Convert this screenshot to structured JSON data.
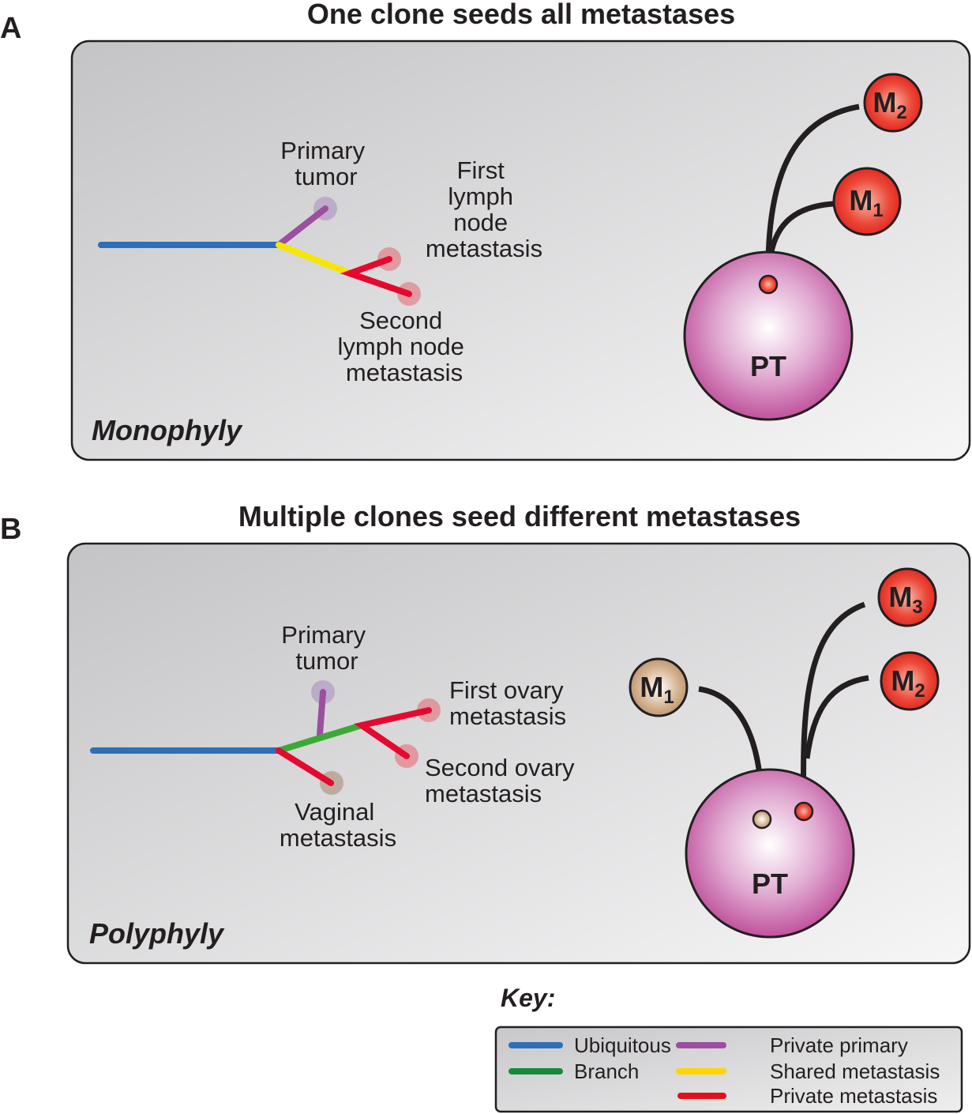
{
  "colors": {
    "ubiquitous": "#2e6fb7",
    "branch": "#3aaa35",
    "private_primary": "#9b4f9e",
    "shared_metastasis": "#f7e600",
    "private_metastasis": "#e5092f",
    "node_primary": "#a88bbf",
    "node_red": "#e3666c",
    "node_brown": "#a4866e",
    "panel_bg_dark": "#c6c5c7",
    "panel_bg_light": "#f4f4f5",
    "outline": "#231f20"
  },
  "panelA": {
    "letter": "A",
    "title": "One clone seeds all metastases",
    "mode": "Monophyly",
    "tree_labels": {
      "primary": [
        "Primary",
        "tumor"
      ],
      "first": [
        "First",
        "lymph",
        "node",
        "metastasis"
      ],
      "second": [
        "Second",
        "lymph node",
        "metastasis"
      ]
    },
    "diagram": {
      "pt_label": "PT",
      "metastases": [
        {
          "base": "M",
          "sub": "2",
          "color": "red"
        },
        {
          "base": "M",
          "sub": "1",
          "color": "red"
        }
      ]
    }
  },
  "panelB": {
    "letter": "B",
    "title": "Multiple clones seed different metastases",
    "mode": "Polyphyly",
    "tree_labels": {
      "primary": [
        "Primary",
        "tumor"
      ],
      "first": [
        "First ovary",
        "metastasis"
      ],
      "second": [
        "Second ovary",
        "metastasis"
      ],
      "vaginal": [
        "Vaginal",
        "metastasis"
      ]
    },
    "diagram": {
      "pt_label": "PT",
      "metastases": [
        {
          "base": "M",
          "sub": "1",
          "color": "brown"
        },
        {
          "base": "M",
          "sub": "3",
          "color": "red"
        },
        {
          "base": "M",
          "sub": "2",
          "color": "red"
        }
      ]
    }
  },
  "key": {
    "title": "Key:",
    "items": [
      {
        "label": "Ubiquitous",
        "color": "#2e6fb7"
      },
      {
        "label": "Branch",
        "color": "#17893d"
      },
      {
        "label": "Private primary",
        "color": "#9b4f9e"
      },
      {
        "label": "Shared metastasis",
        "color": "#fdd600"
      },
      {
        "label": "Private metastasis",
        "color": "#e3101b"
      }
    ]
  }
}
